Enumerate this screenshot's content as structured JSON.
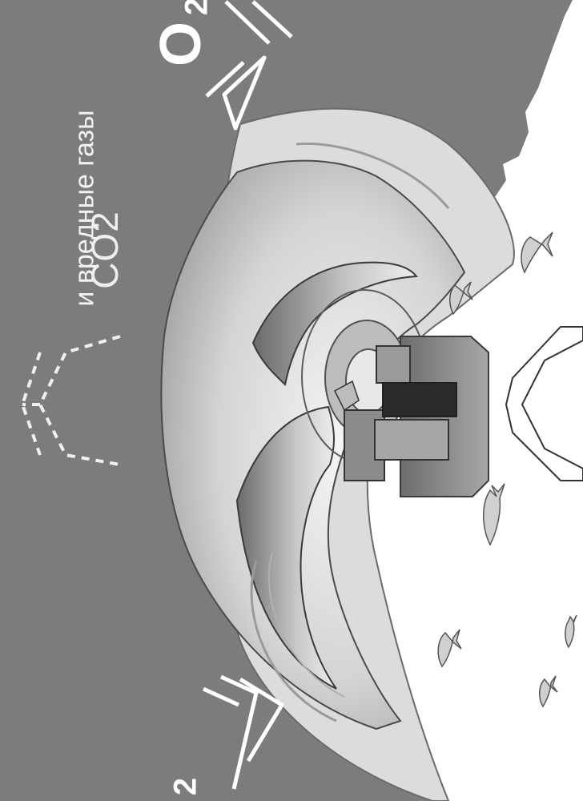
{
  "labels": {
    "co2": "CO2",
    "harmful_gases": "и вредные газы",
    "o2_symbol": "O",
    "o2_subscript": "2",
    "bottom_subscript": "2"
  },
  "colors": {
    "background_gray": "#7c7c7c",
    "water_white": "#ffffff",
    "bowl_light": "#e4e4e4",
    "bowl_shadow": "#5a5a5a",
    "arrow_outline": "#ffffff",
    "fish_fill": "#cfcfcf",
    "fish_outline": "#555555"
  },
  "icons": [
    "fish-icon",
    "arrow-icon"
  ]
}
